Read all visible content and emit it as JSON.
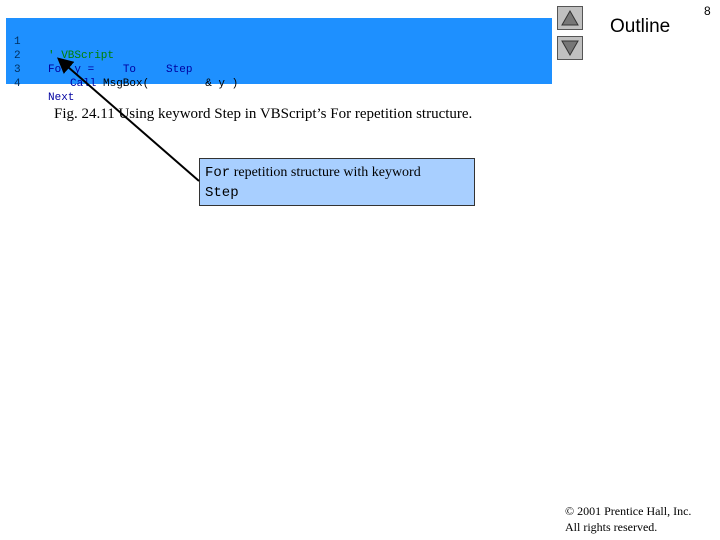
{
  "code": {
    "lines": [
      {
        "num": "1",
        "comment": "' VBScript"
      },
      {
        "num": "2",
        "kw1": "For",
        "t1": " y = ",
        "kw2": "To",
        "kw3": "Step"
      },
      {
        "num": "3",
        "kw1": "Call",
        "t1": " MsgBox(",
        "t2": "& y )"
      },
      {
        "num": "4",
        "kw1": "Next"
      }
    ]
  },
  "outline": {
    "title": "Outline",
    "up_icon": "triangle-up",
    "down_icon": "triangle-down"
  },
  "page_number": "8",
  "caption": "Fig. 24.11 Using keyword Step in VBScript’s For repetition structure.",
  "callout": {
    "kw_for": "For",
    "text": " repetition structure with keyword",
    "kw_step": "Step"
  },
  "copyright": {
    "line1": " 2001 Prentice Hall, Inc.",
    "line2": "All rights reserved."
  },
  "colors": {
    "code_panel": "#1e90ff",
    "callout_bg": "#a8cfff",
    "keyword": "#0000a0",
    "comment": "#008000"
  }
}
